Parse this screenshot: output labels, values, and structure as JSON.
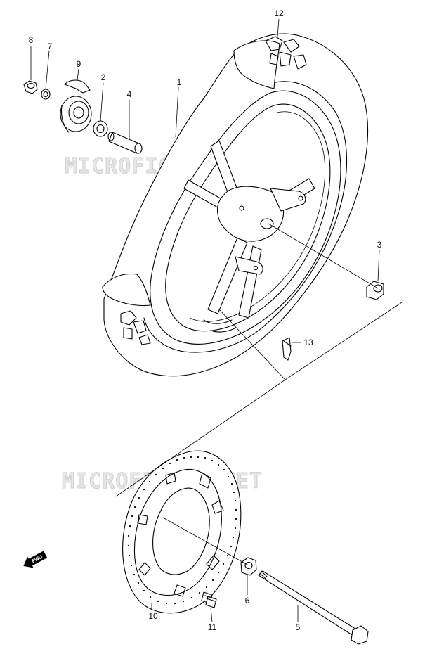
{
  "watermark": "MICROFICHES.NET",
  "direction_label": "FWD",
  "callouts": [
    {
      "id": "c1",
      "number": "1"
    },
    {
      "id": "c2",
      "number": "2"
    },
    {
      "id": "c3",
      "number": "3"
    },
    {
      "id": "c4",
      "number": "4"
    },
    {
      "id": "c5",
      "number": "5"
    },
    {
      "id": "c6",
      "number": "6"
    },
    {
      "id": "c7",
      "number": "7"
    },
    {
      "id": "c8",
      "number": "8"
    },
    {
      "id": "c9",
      "number": "9"
    },
    {
      "id": "c10",
      "number": "10"
    },
    {
      "id": "c11",
      "number": "11"
    },
    {
      "id": "c12",
      "number": "12"
    },
    {
      "id": "c13",
      "number": "13"
    }
  ]
}
